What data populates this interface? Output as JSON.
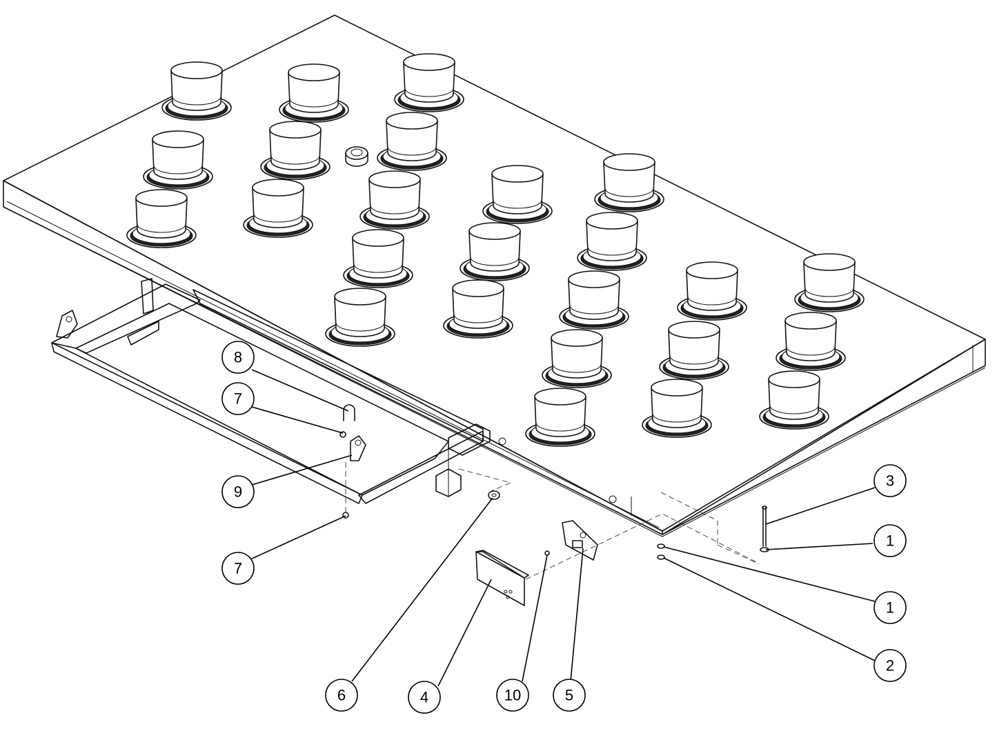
{
  "diagram": {
    "callouts": [
      {
        "id": "c8",
        "label": "8"
      },
      {
        "id": "c7a",
        "label": "7"
      },
      {
        "id": "c9",
        "label": "9"
      },
      {
        "id": "c7b",
        "label": "7"
      },
      {
        "id": "c6",
        "label": "6"
      },
      {
        "id": "c4",
        "label": "4"
      },
      {
        "id": "c10",
        "label": "10"
      },
      {
        "id": "c5",
        "label": "5"
      },
      {
        "id": "c3",
        "label": "3"
      },
      {
        "id": "c1a",
        "label": "1"
      },
      {
        "id": "c1b",
        "label": "1"
      },
      {
        "id": "c2",
        "label": "2"
      }
    ],
    "light_count": 25,
    "colors": {
      "line": "#111111",
      "background": "#ffffff"
    }
  }
}
